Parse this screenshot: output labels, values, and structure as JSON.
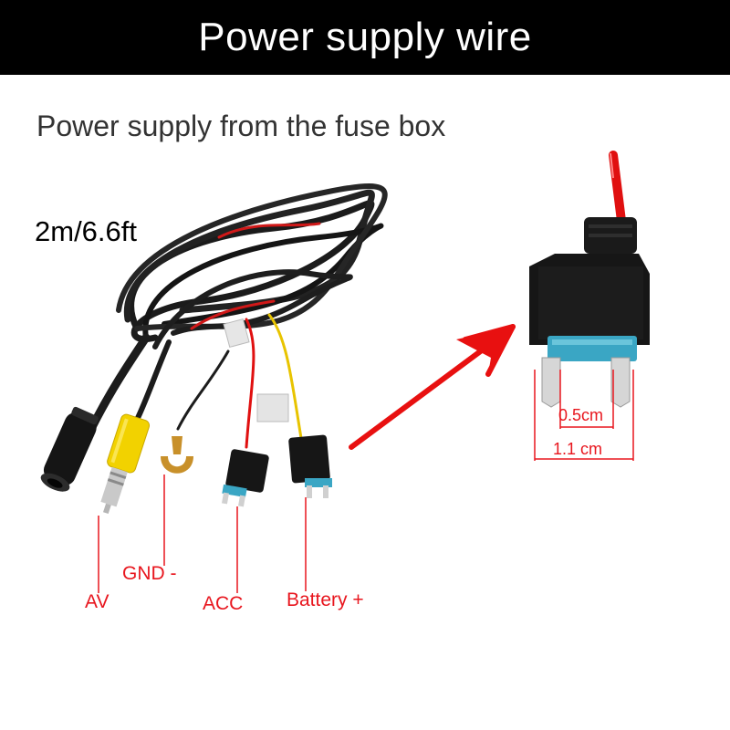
{
  "banner": {
    "title": "Power supply wire"
  },
  "subtitle": "Power supply from the fuse box",
  "cable_length": "2m/6.6ft",
  "labels": {
    "av": "AV",
    "gnd": "GND -",
    "acc": "ACC",
    "battery": "Battery +"
  },
  "fuse_dimensions": {
    "inner": "0.5cm",
    "outer": "1.1 cm"
  },
  "colors": {
    "banner_bg": "#000000",
    "label_red": "#e8161e",
    "rca_yellow": "#f2d200",
    "wire_red": "#e01010",
    "wire_yellow": "#e8c400",
    "fuse_blue": "#3aa6c4",
    "arrow_red": "#e81010"
  },
  "icons": [
    "cable-bundle-image",
    "fuse-tap-image",
    "pointer-arrow"
  ]
}
